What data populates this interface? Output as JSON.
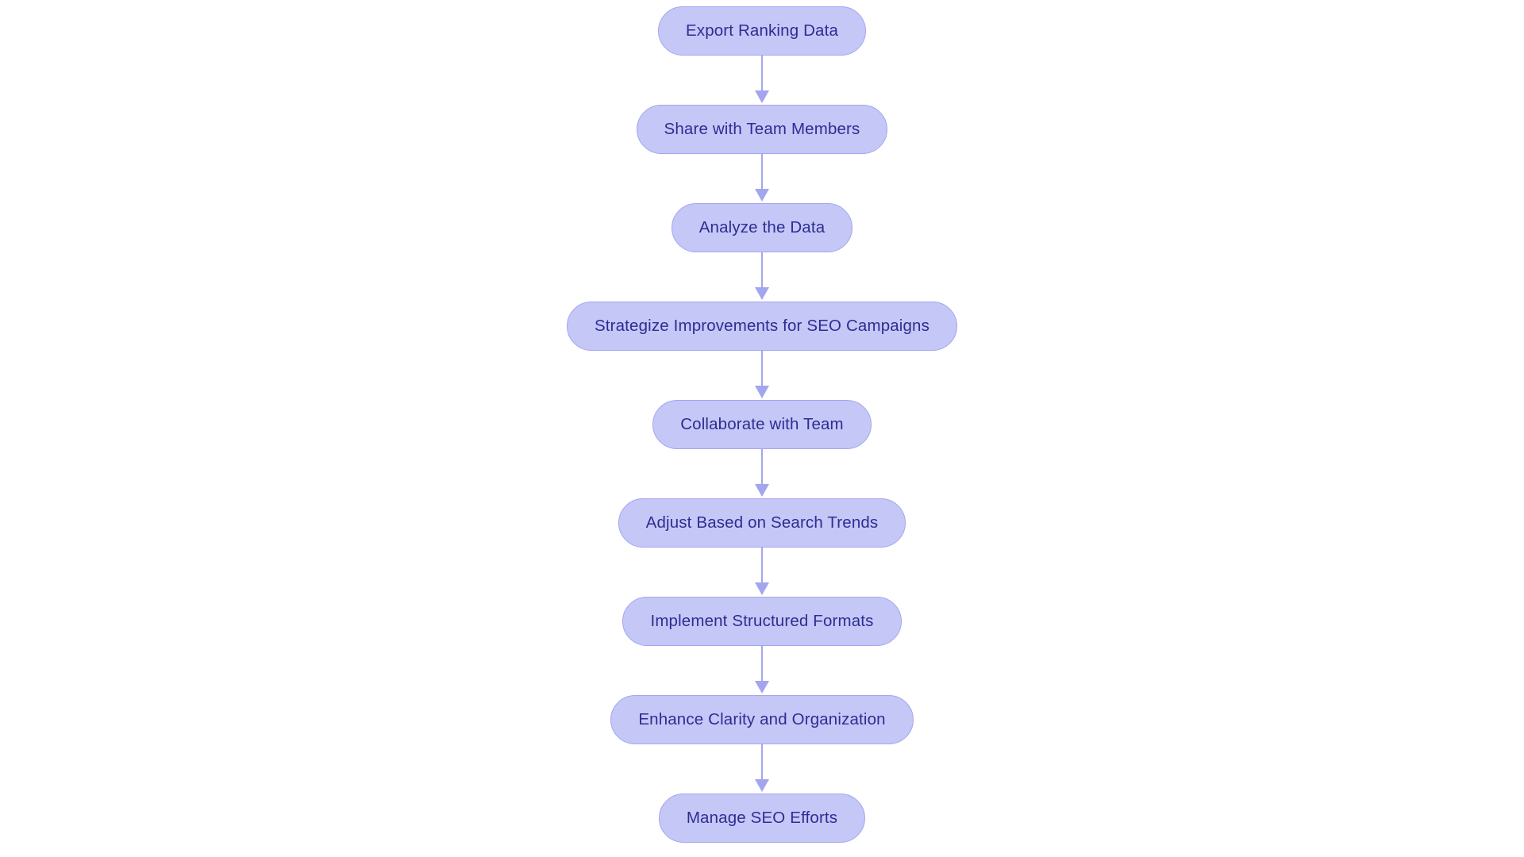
{
  "diagram": {
    "type": "flowchart",
    "orientation": "vertical-top-to-bottom",
    "background_color": "#ffffff",
    "node_fill_color": "#c5c7f7",
    "node_border_color": "#a3a6ee",
    "node_text_color": "#2d2d92",
    "connector_color": "#a3a6ee",
    "connector_style": "straight-line-with-filled-arrowhead",
    "node_count": 9,
    "nodes": [
      {
        "id": "node-1",
        "label": "Export Ranking Data"
      },
      {
        "id": "node-2",
        "label": "Share with Team Members"
      },
      {
        "id": "node-3",
        "label": "Analyze the Data"
      },
      {
        "id": "node-4",
        "label": "Strategize Improvements for SEO Campaigns"
      },
      {
        "id": "node-5",
        "label": "Collaborate with Team"
      },
      {
        "id": "node-6",
        "label": "Adjust Based on Search Trends"
      },
      {
        "id": "node-7",
        "label": "Implement Structured Formats"
      },
      {
        "id": "node-8",
        "label": "Enhance Clarity and Organization"
      },
      {
        "id": "node-9",
        "label": "Manage SEO Efforts"
      }
    ],
    "edges": [
      {
        "from": "node-1",
        "to": "node-2"
      },
      {
        "from": "node-2",
        "to": "node-3"
      },
      {
        "from": "node-3",
        "to": "node-4"
      },
      {
        "from": "node-4",
        "to": "node-5"
      },
      {
        "from": "node-5",
        "to": "node-6"
      },
      {
        "from": "node-6",
        "to": "node-7"
      },
      {
        "from": "node-7",
        "to": "node-8"
      },
      {
        "from": "node-8",
        "to": "node-9"
      }
    ]
  }
}
